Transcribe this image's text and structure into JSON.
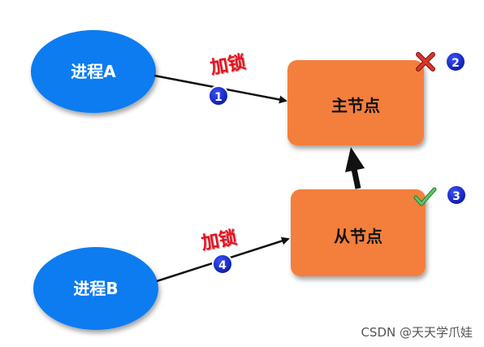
{
  "diagram": {
    "process_a": "进程A",
    "process_b": "进程B",
    "master_node": "主节点",
    "slave_node": "从节点",
    "lock_label_top": "加锁",
    "lock_label_bottom": "加锁",
    "badges": [
      "1",
      "2",
      "3",
      "4"
    ],
    "master_status": "failed",
    "slave_status": "ok"
  },
  "colors": {
    "process_fill": "#0a7bf0",
    "node_fill": "#f47f3c",
    "lock_text": "#e8101a",
    "badge_fill": "#1020c0",
    "fail_mark": "#d9342b",
    "ok_mark": "#35b34a"
  },
  "icons": [
    "cross-icon",
    "check-icon"
  ],
  "watermark": "CSDN @天天学爪娃"
}
